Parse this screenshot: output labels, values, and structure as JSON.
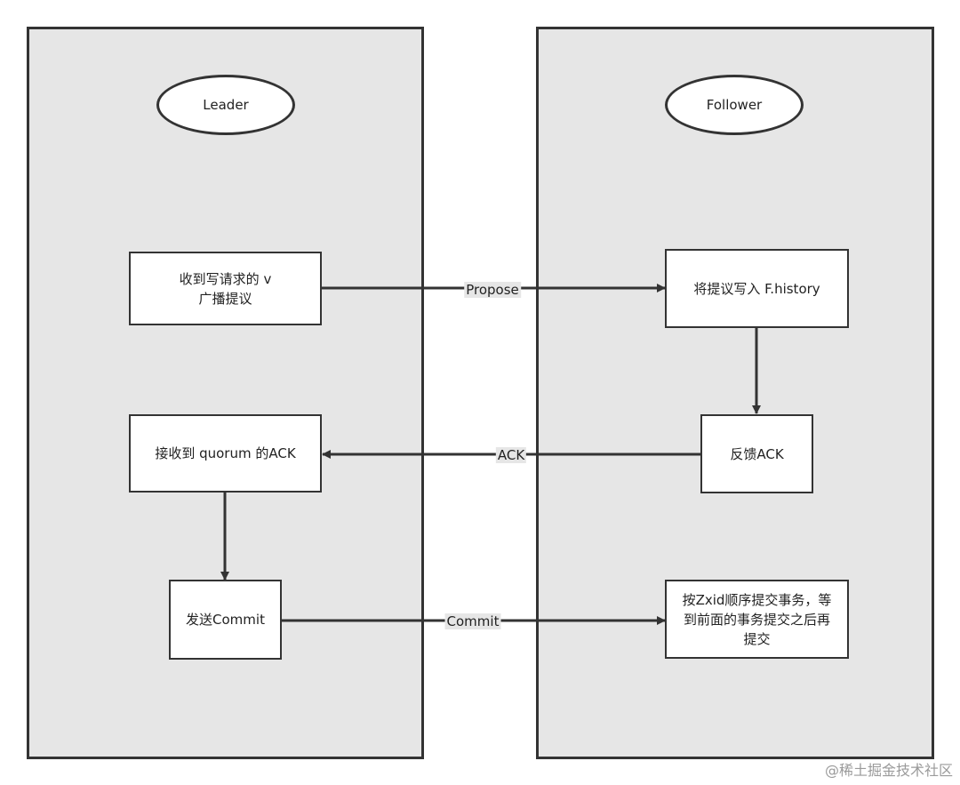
{
  "lanes": {
    "leader": {
      "title": "Leader"
    },
    "follower": {
      "title": "Follower"
    }
  },
  "nodes": {
    "receive_write": "收到写请求的 v\n广播提议",
    "receive_quorum_ack": "接收到 quorum 的ACK",
    "send_commit": "发送Commit",
    "write_history": "将提议写入 F.history",
    "feedback_ack": "反馈ACK",
    "commit_in_order": "按Zxid顺序提交事务，等\n到前面的事务提交之后再\n提交"
  },
  "edges": {
    "propose": "Propose",
    "ack": "ACK",
    "commit": "Commit"
  },
  "watermark": "@稀土掘金技术社区",
  "colors": {
    "lane_fill": "#e6e6e6",
    "stroke": "#333333",
    "node_fill": "#ffffff"
  }
}
